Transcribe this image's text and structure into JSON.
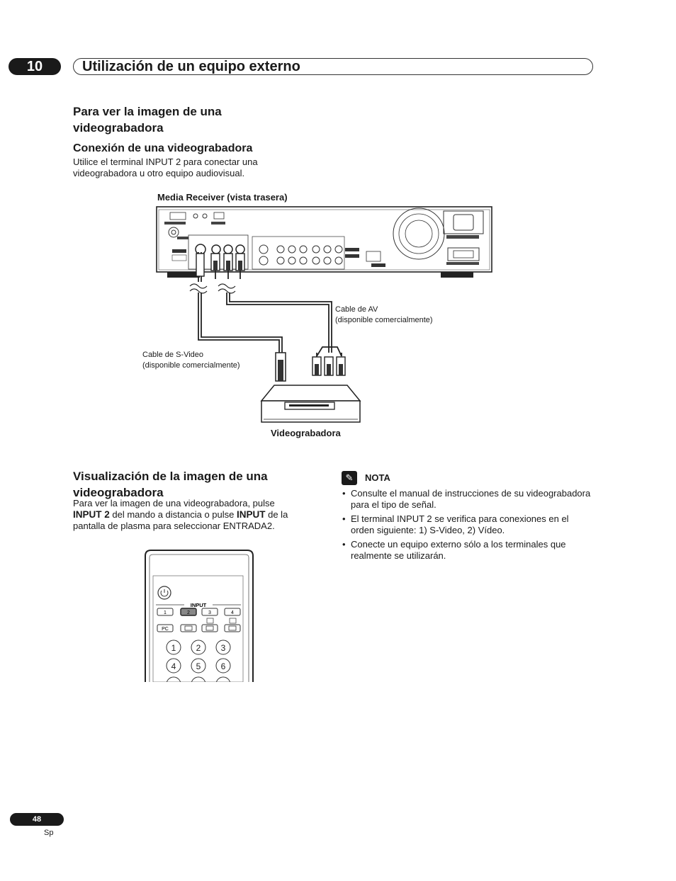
{
  "header": {
    "chapter_number": "10",
    "chapter_title": "Utilización de un equipo externo"
  },
  "section1": {
    "title_line1": "Para ver la imagen de una",
    "title_line2": "videograbadora",
    "subtitle": "Conexión de una videograbadora",
    "text_line1": "Utilice el terminal INPUT 2 para conectar una",
    "text_line2": "videograbadora u otro equipo audiovisual."
  },
  "diagram": {
    "receiver_label": "Media Receiver (vista trasera)",
    "av_cable_line1": "Cable de AV",
    "av_cable_line2": "(disponible comercialmente)",
    "svideo_cable_line1": "Cable de S-Video",
    "svideo_cable_line2": "(disponible comercialmente)",
    "vcr_label": "Videograbadora"
  },
  "section2": {
    "title_line1": "Visualización de la imagen de una",
    "title_line2": "videograbadora",
    "text_line1": "Para ver la imagen de una videograbadora, pulse",
    "input2_bold": "INPUT 2",
    "text_mid": " del mando a distancia o pulse ",
    "input_bold": "INPUT",
    "text_end": " de la",
    "text_line3": "pantalla de plasma para seleccionar ENTRADA2."
  },
  "remote": {
    "input_label": "INPUT",
    "input_buttons": [
      "1",
      "2",
      "3",
      "4"
    ],
    "pc_label": "PC",
    "numbers": [
      "1",
      "2",
      "3",
      "4",
      "5",
      "6"
    ]
  },
  "note": {
    "icon": "pencil-icon",
    "title": "NOTA",
    "items": [
      "Consulte el manual de instrucciones de su videograbadora para el tipo de señal.",
      "El terminal INPUT 2 se verifica para conexiones en el orden siguiente: 1) S-Video, 2) Vídeo.",
      "Conecte un equipo externo sólo a los terminales que realmente se utilizarán."
    ]
  },
  "footer": {
    "page_number": "48",
    "language": "Sp"
  }
}
